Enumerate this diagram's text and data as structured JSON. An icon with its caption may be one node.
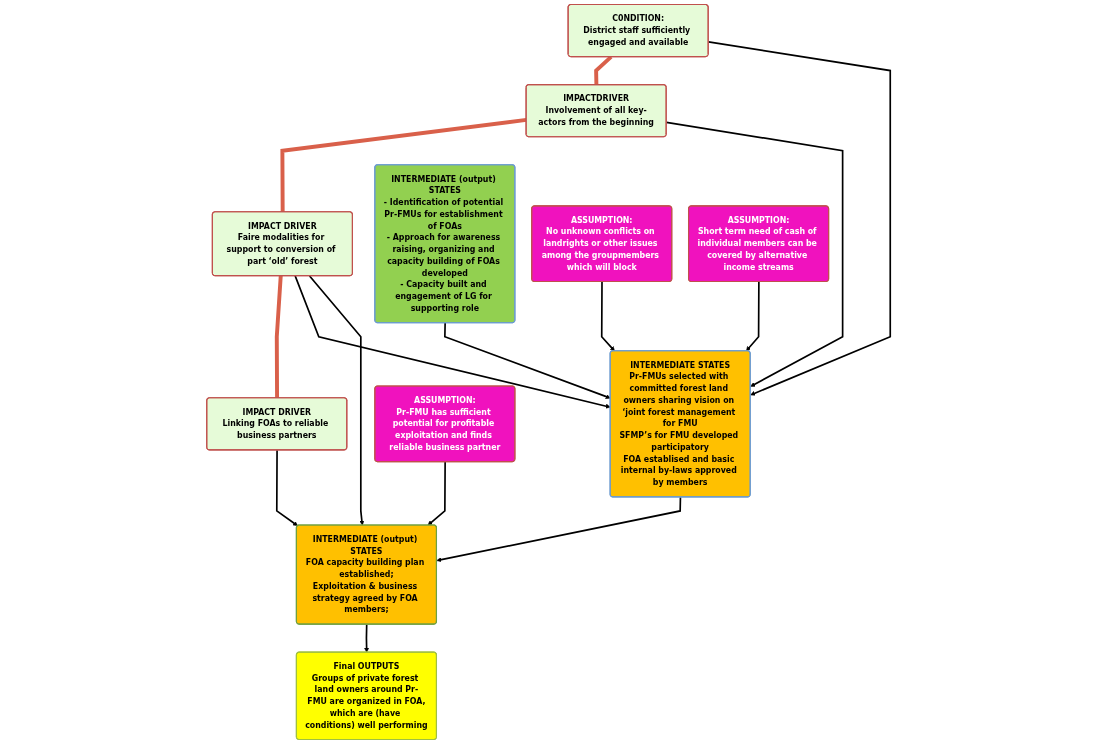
{
  "diagram": {
    "nodes": [
      {
        "text": [
          "C0NDITION:",
          "District staff sufficiently engaged and available"
        ]
      },
      {
        "text": [
          "IMPACTDRIVER",
          "Involvement of all key-actors from the beginning"
        ]
      },
      {
        "text": [
          "IMPACT DRIVER",
          "Faire modalities for support to conversion of part ‘old’ forest"
        ]
      },
      {
        "text": [
          "IMPACT DRIVER",
          "Linking FOAs to reliable business partners"
        ]
      },
      {
        "text": [
          "INTERMEDIATE (output) STATES",
          "- Identification of potential Pr-FMUs for establishment of FOAs",
          "- Approach for awareness raising, organizing and capacity building of FOAs developed",
          "- Capacity built and engagement of LG for supporting role"
        ]
      },
      {
        "text": [
          "INTERMEDIATE STATES",
          "Pr-FMUs selected with committed forest land owners sharing vision on ‘joint forest management for FMU",
          "SFMP’s for FMU developed participatory",
          "FOA establised and basic internal by-laws approved by members"
        ]
      },
      {
        "text": [
          "INTERMEDIATE (output) STATES",
          "FOA capacity building plan established;",
          "Exploitation & business strategy agreed by FOA members;"
        ]
      },
      {
        "text": [
          "Final OUTPUTS",
          "Groups of private forest land owners around Pr-FMU are organized in FOA,",
          "which are (have conditions) well performing"
        ]
      },
      {
        "text": [
          "ASSUMPTION:",
          "No unknown conflicts on landrights or other issues among the groupmembers which will block"
        ]
      },
      {
        "text": [
          "ASSUMPTION:",
          "Short term need of cash of individual members can be covered by alternative income streams"
        ]
      },
      {
        "text": [
          "ASSUMPTION:",
          "Pr-FMU has sufficient potential for profitable exploitation and finds reliable business partner"
        ]
      }
    ],
    "edges": [
      {
        "from": 0,
        "to": 1,
        "arrow": "none",
        "style": "thick",
        "color": "#d9604a"
      },
      {
        "from": 1,
        "to": 2,
        "arrow": "none",
        "style": "thick",
        "color": "#d9604a"
      },
      {
        "from": 2,
        "to": 3,
        "arrow": "none",
        "style": "thick",
        "color": "#d9604a"
      },
      {
        "from": 0,
        "to": 5,
        "arrow": "to"
      },
      {
        "from": 1,
        "to": 5,
        "arrow": "to"
      },
      {
        "from": 2,
        "to": 5,
        "arrow": "to"
      },
      {
        "from": 2,
        "to": 6,
        "arrow": "to"
      },
      {
        "from": 3,
        "to": 6,
        "arrow": "to"
      },
      {
        "from": 4,
        "to": 5,
        "arrow": "to"
      },
      {
        "from": 5,
        "to": 6,
        "arrow": "to"
      },
      {
        "from": 6,
        "to": 7,
        "arrow": "to"
      },
      {
        "from": 8,
        "to": 5,
        "arrow": "to"
      },
      {
        "from": 9,
        "to": 5,
        "arrow": "to"
      },
      {
        "from": 10,
        "to": 6,
        "arrow": "to"
      }
    ]
  }
}
